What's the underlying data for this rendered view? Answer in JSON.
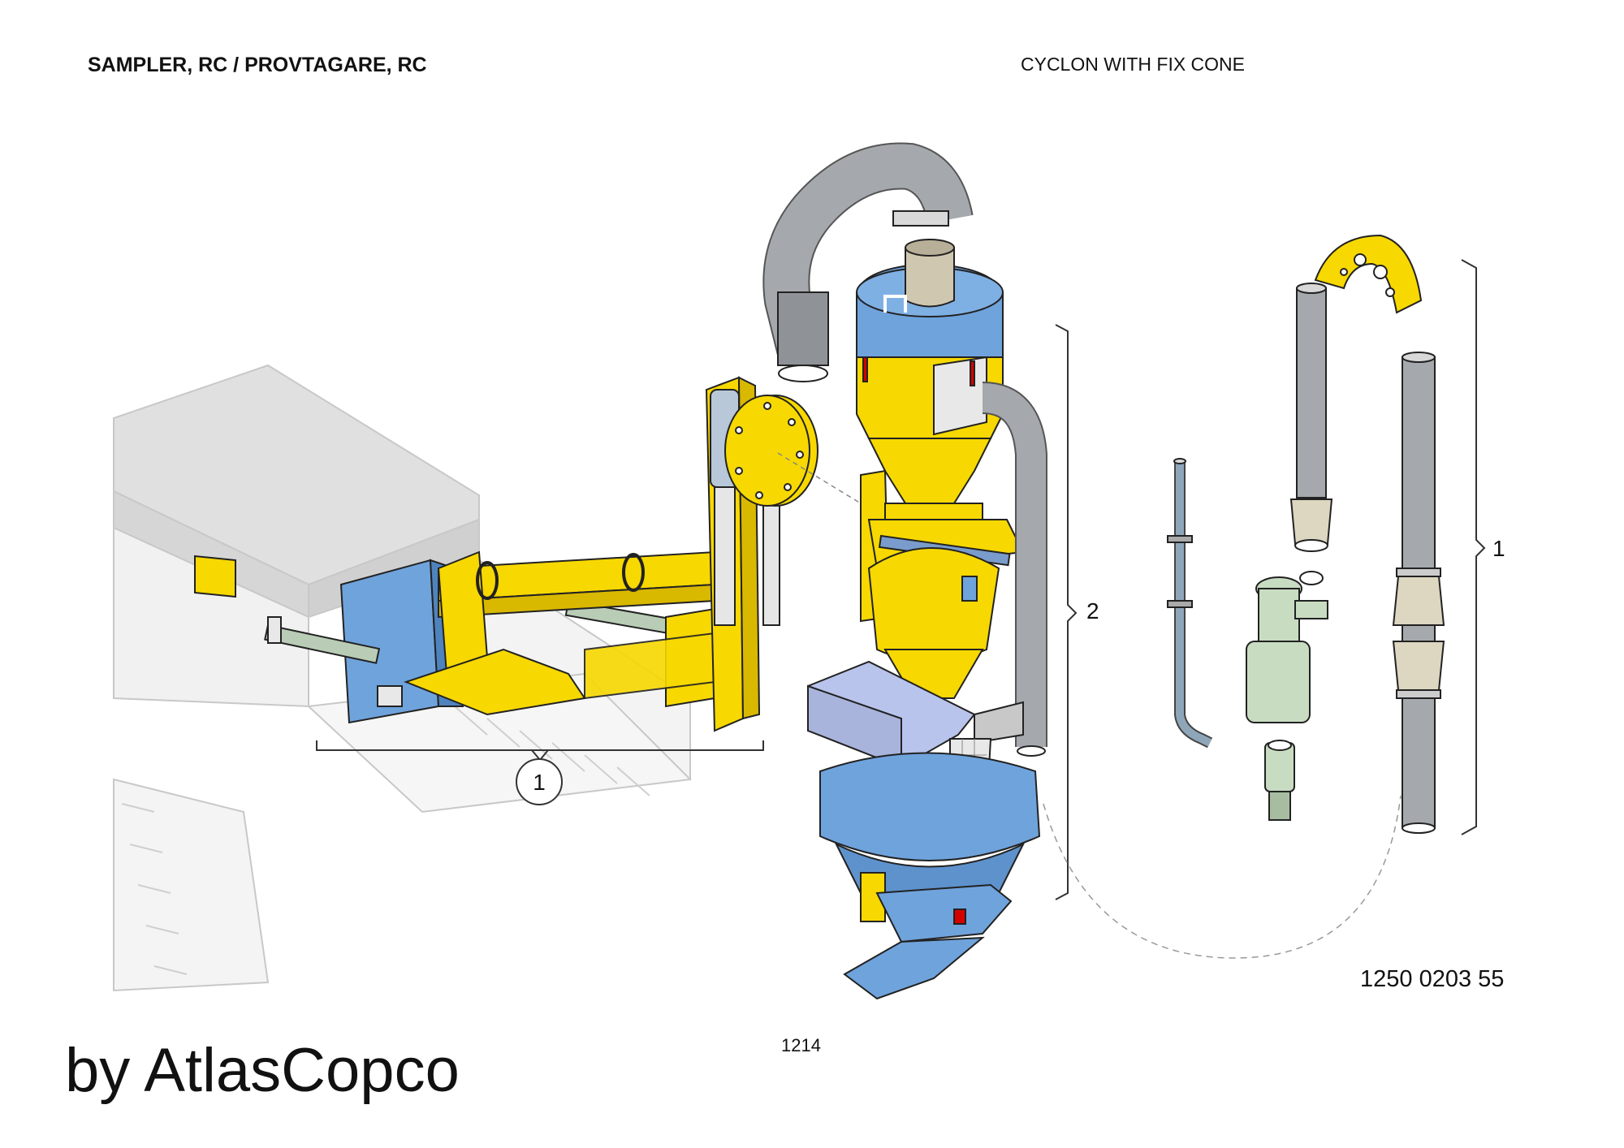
{
  "header": {
    "title_left": "SAMPLER, RC / PROVTAGARE, RC",
    "title_right": "CYCLON WITH FIX CONE"
  },
  "callouts": {
    "left_assembly": "1",
    "cyclone_assembly": "2",
    "hose_assembly": "1"
  },
  "footer": {
    "part_number": "1250 0203 55",
    "page_number": "1214",
    "brand": "by AtlasCopco"
  },
  "colors": {
    "yellow": "#f7d800",
    "blue": "#6fa3dc",
    "gray_hose": "#a5a9ad",
    "green_part": "#c8dcc2",
    "machine_gray": "#e3e3e3",
    "lavender": "#b8c4ec"
  }
}
